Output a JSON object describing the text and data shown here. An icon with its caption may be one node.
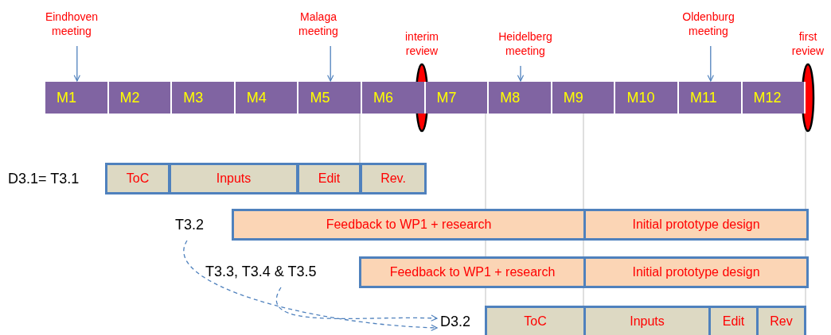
{
  "diagram": {
    "nodes": [
      {
        "text": [
          "Eindhoven meeting"
        ]
      },
      {
        "text": [
          "Malaga meeting"
        ]
      },
      {
        "text": [
          "interim review"
        ]
      },
      {
        "text": [
          "Heidelberg meeting"
        ]
      },
      {
        "text": [
          "Oldenburg meeting"
        ]
      },
      {
        "text": [
          "first review"
        ]
      },
      {
        "text": [
          "M1"
        ]
      },
      {
        "text": [
          "M2"
        ]
      },
      {
        "text": [
          "M3"
        ]
      },
      {
        "text": [
          "M4"
        ]
      },
      {
        "text": [
          "M5"
        ]
      },
      {
        "text": [
          "M6"
        ]
      },
      {
        "text": [
          "M7"
        ]
      },
      {
        "text": [
          "M8"
        ]
      },
      {
        "text": [
          "M9"
        ]
      },
      {
        "text": [
          "M10"
        ]
      },
      {
        "text": [
          "M11"
        ]
      },
      {
        "text": [
          "M12"
        ]
      },
      {
        "text": [
          "ToC"
        ]
      },
      {
        "text": [
          "Inputs"
        ]
      },
      {
        "text": [
          "Edit"
        ]
      },
      {
        "text": [
          "Rev."
        ]
      },
      {
        "text": [
          "T3.2"
        ]
      },
      {
        "text": [
          "Feedback to WP1 + research"
        ]
      },
      {
        "text": [
          "Initial prototype design"
        ]
      },
      {
        "text": [
          "T3.3, T3.4  & T3.5"
        ]
      },
      {
        "text": [
          "Feedback to WP1 + research"
        ]
      },
      {
        "text": [
          "Initial prototype design"
        ]
      },
      {
        "text": [
          "D3.2"
        ]
      },
      {
        "text": [
          "ToC"
        ]
      },
      {
        "text": [
          "Inputs"
        ]
      },
      {
        "text": [
          "Edit"
        ]
      },
      {
        "text": [
          "Rev"
        ]
      }
    ],
    "edges": [
      {
        "from": 0,
        "to": 6,
        "arrow": "to"
      },
      {
        "from": 1,
        "to": 10,
        "arrow": "to"
      },
      {
        "from": 3,
        "to": 13,
        "arrow": "to"
      },
      {
        "from": 4,
        "to": 16,
        "arrow": "to"
      },
      {
        "from": 22,
        "to": 28,
        "arrow": "to",
        "style": "dashed"
      },
      {
        "from": 25,
        "to": 28,
        "arrow": "to",
        "style": "dashed"
      }
    ],
    "labels": [
      "D3.1= T3.1"
    ]
  }
}
